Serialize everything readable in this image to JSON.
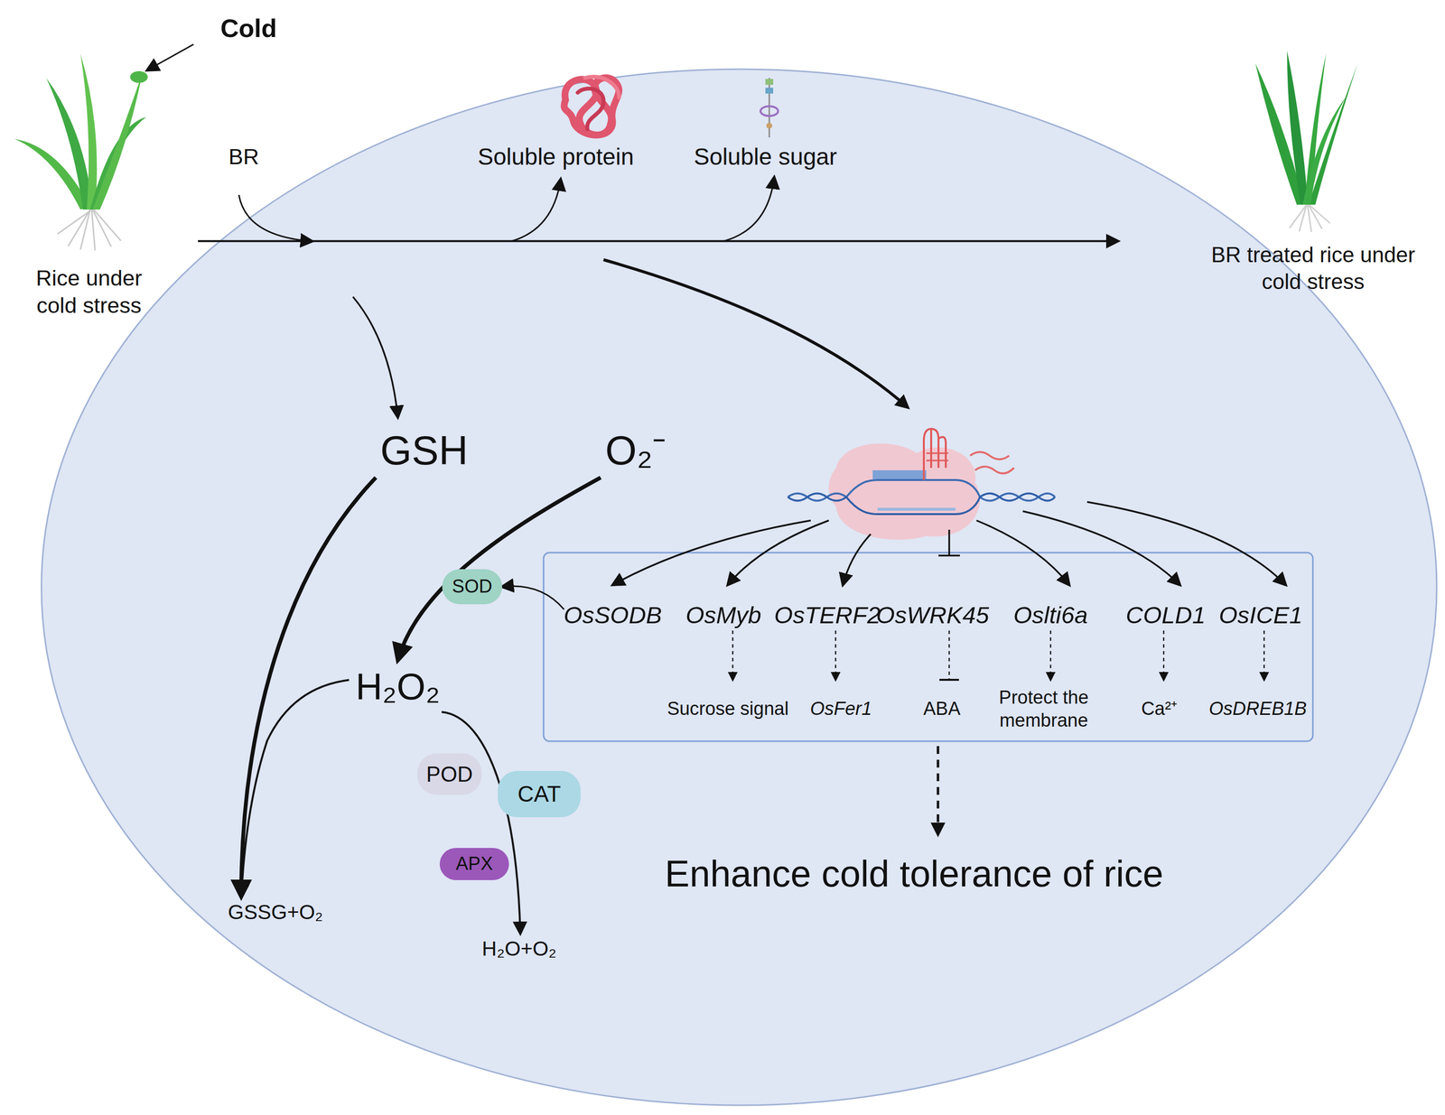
{
  "diagram": {
    "nodes": [
      {
        "text": [
          "Rice under cold stress"
        ]
      },
      {
        "text": [
          "BR treated rice under cold stress"
        ]
      },
      {
        "text": [
          "Soluble protein"
        ]
      },
      {
        "text": [
          "Soluble sugar"
        ]
      },
      {
        "text": [
          "GSH"
        ]
      },
      {
        "text": [
          "O₂⁻"
        ]
      },
      {
        "text": [
          "SOD"
        ]
      },
      {
        "text": [
          "H₂O₂"
        ]
      },
      {
        "text": [
          "POD"
        ]
      },
      {
        "text": [
          "CAT"
        ]
      },
      {
        "text": [
          "APX"
        ]
      },
      {
        "text": [
          "GSSG+O₂"
        ]
      },
      {
        "text": [
          "H₂O+O₂"
        ]
      },
      {
        "text": [
          "OsSODB"
        ]
      },
      {
        "text": [
          "OsMyb"
        ]
      },
      {
        "text": [
          "OsTERF2"
        ]
      },
      {
        "text": [
          "OsWRK45"
        ]
      },
      {
        "text": [
          "Oslti6a"
        ]
      },
      {
        "text": [
          "COLD1"
        ]
      },
      {
        "text": [
          "OsICE1"
        ]
      },
      {
        "text": [
          "Sucrose signal"
        ]
      },
      {
        "text": [
          "OsFer1"
        ]
      },
      {
        "text": [
          "ABA"
        ]
      },
      {
        "text": [
          "Protect the membrane"
        ]
      },
      {
        "text": [
          "Ca²⁺"
        ]
      },
      {
        "text": [
          "OsDREB1B"
        ]
      }
    ],
    "edges": [
      {
        "from": 0,
        "to": 1,
        "arrow": "to"
      },
      {
        "from": 4,
        "to": 11,
        "arrow": "to"
      },
      {
        "from": 5,
        "to": 7,
        "arrow": "to"
      },
      {
        "from": 7,
        "to": 11,
        "arrow": "to"
      },
      {
        "from": 7,
        "to": 12,
        "arrow": "to"
      },
      {
        "from": 13,
        "to": 6,
        "arrow": "to"
      },
      {
        "from": 14,
        "to": 20,
        "arrow": "to"
      },
      {
        "from": 15,
        "to": 21,
        "arrow": "to"
      },
      {
        "from": 16,
        "to": 22,
        "arrow": "to"
      },
      {
        "from": 17,
        "to": 23,
        "arrow": "to"
      },
      {
        "from": 18,
        "to": 24,
        "arrow": "to"
      },
      {
        "from": 19,
        "to": 25,
        "arrow": "to"
      }
    ],
    "labels": [
      "Cold",
      "BR",
      "Enhance cold tolerance of rice"
    ]
  }
}
